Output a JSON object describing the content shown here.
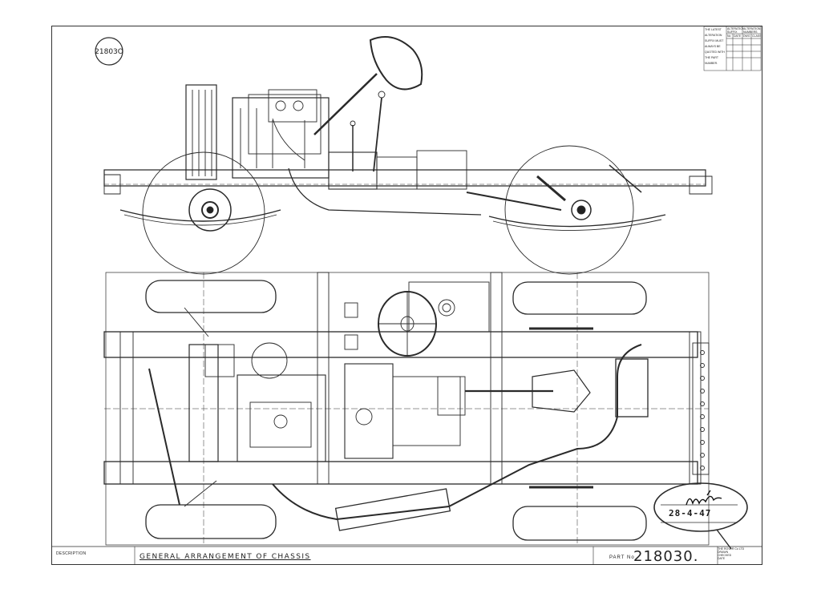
{
  "drawing": {
    "stamp_number": "21803O",
    "description_label": "DESCRIPTION",
    "title": "GENERAL ARRANGEMENT OF CHASSIS",
    "part_prefix": "PART No",
    "part_number": "218030.",
    "signature_date": "28-4-47",
    "alteration_note": [
      "THE LATEST",
      "ALTERATION",
      "SUFFIX MUST",
      "ALWAYS BE",
      "QUOTED WITH",
      "THE PART",
      "NUMBER."
    ],
    "alteration_headers": {
      "suffix": "ALTERATION SUFFIX",
      "numbers": "ALTERATION NUMBERS",
      "no": "No",
      "date": "DATE",
      "dwg": "DWG",
      "class": "CLASS"
    },
    "corner_block": [
      "THE ROVER Co LTD",
      "DRAWN",
      "CHECKED",
      "DATE"
    ]
  }
}
